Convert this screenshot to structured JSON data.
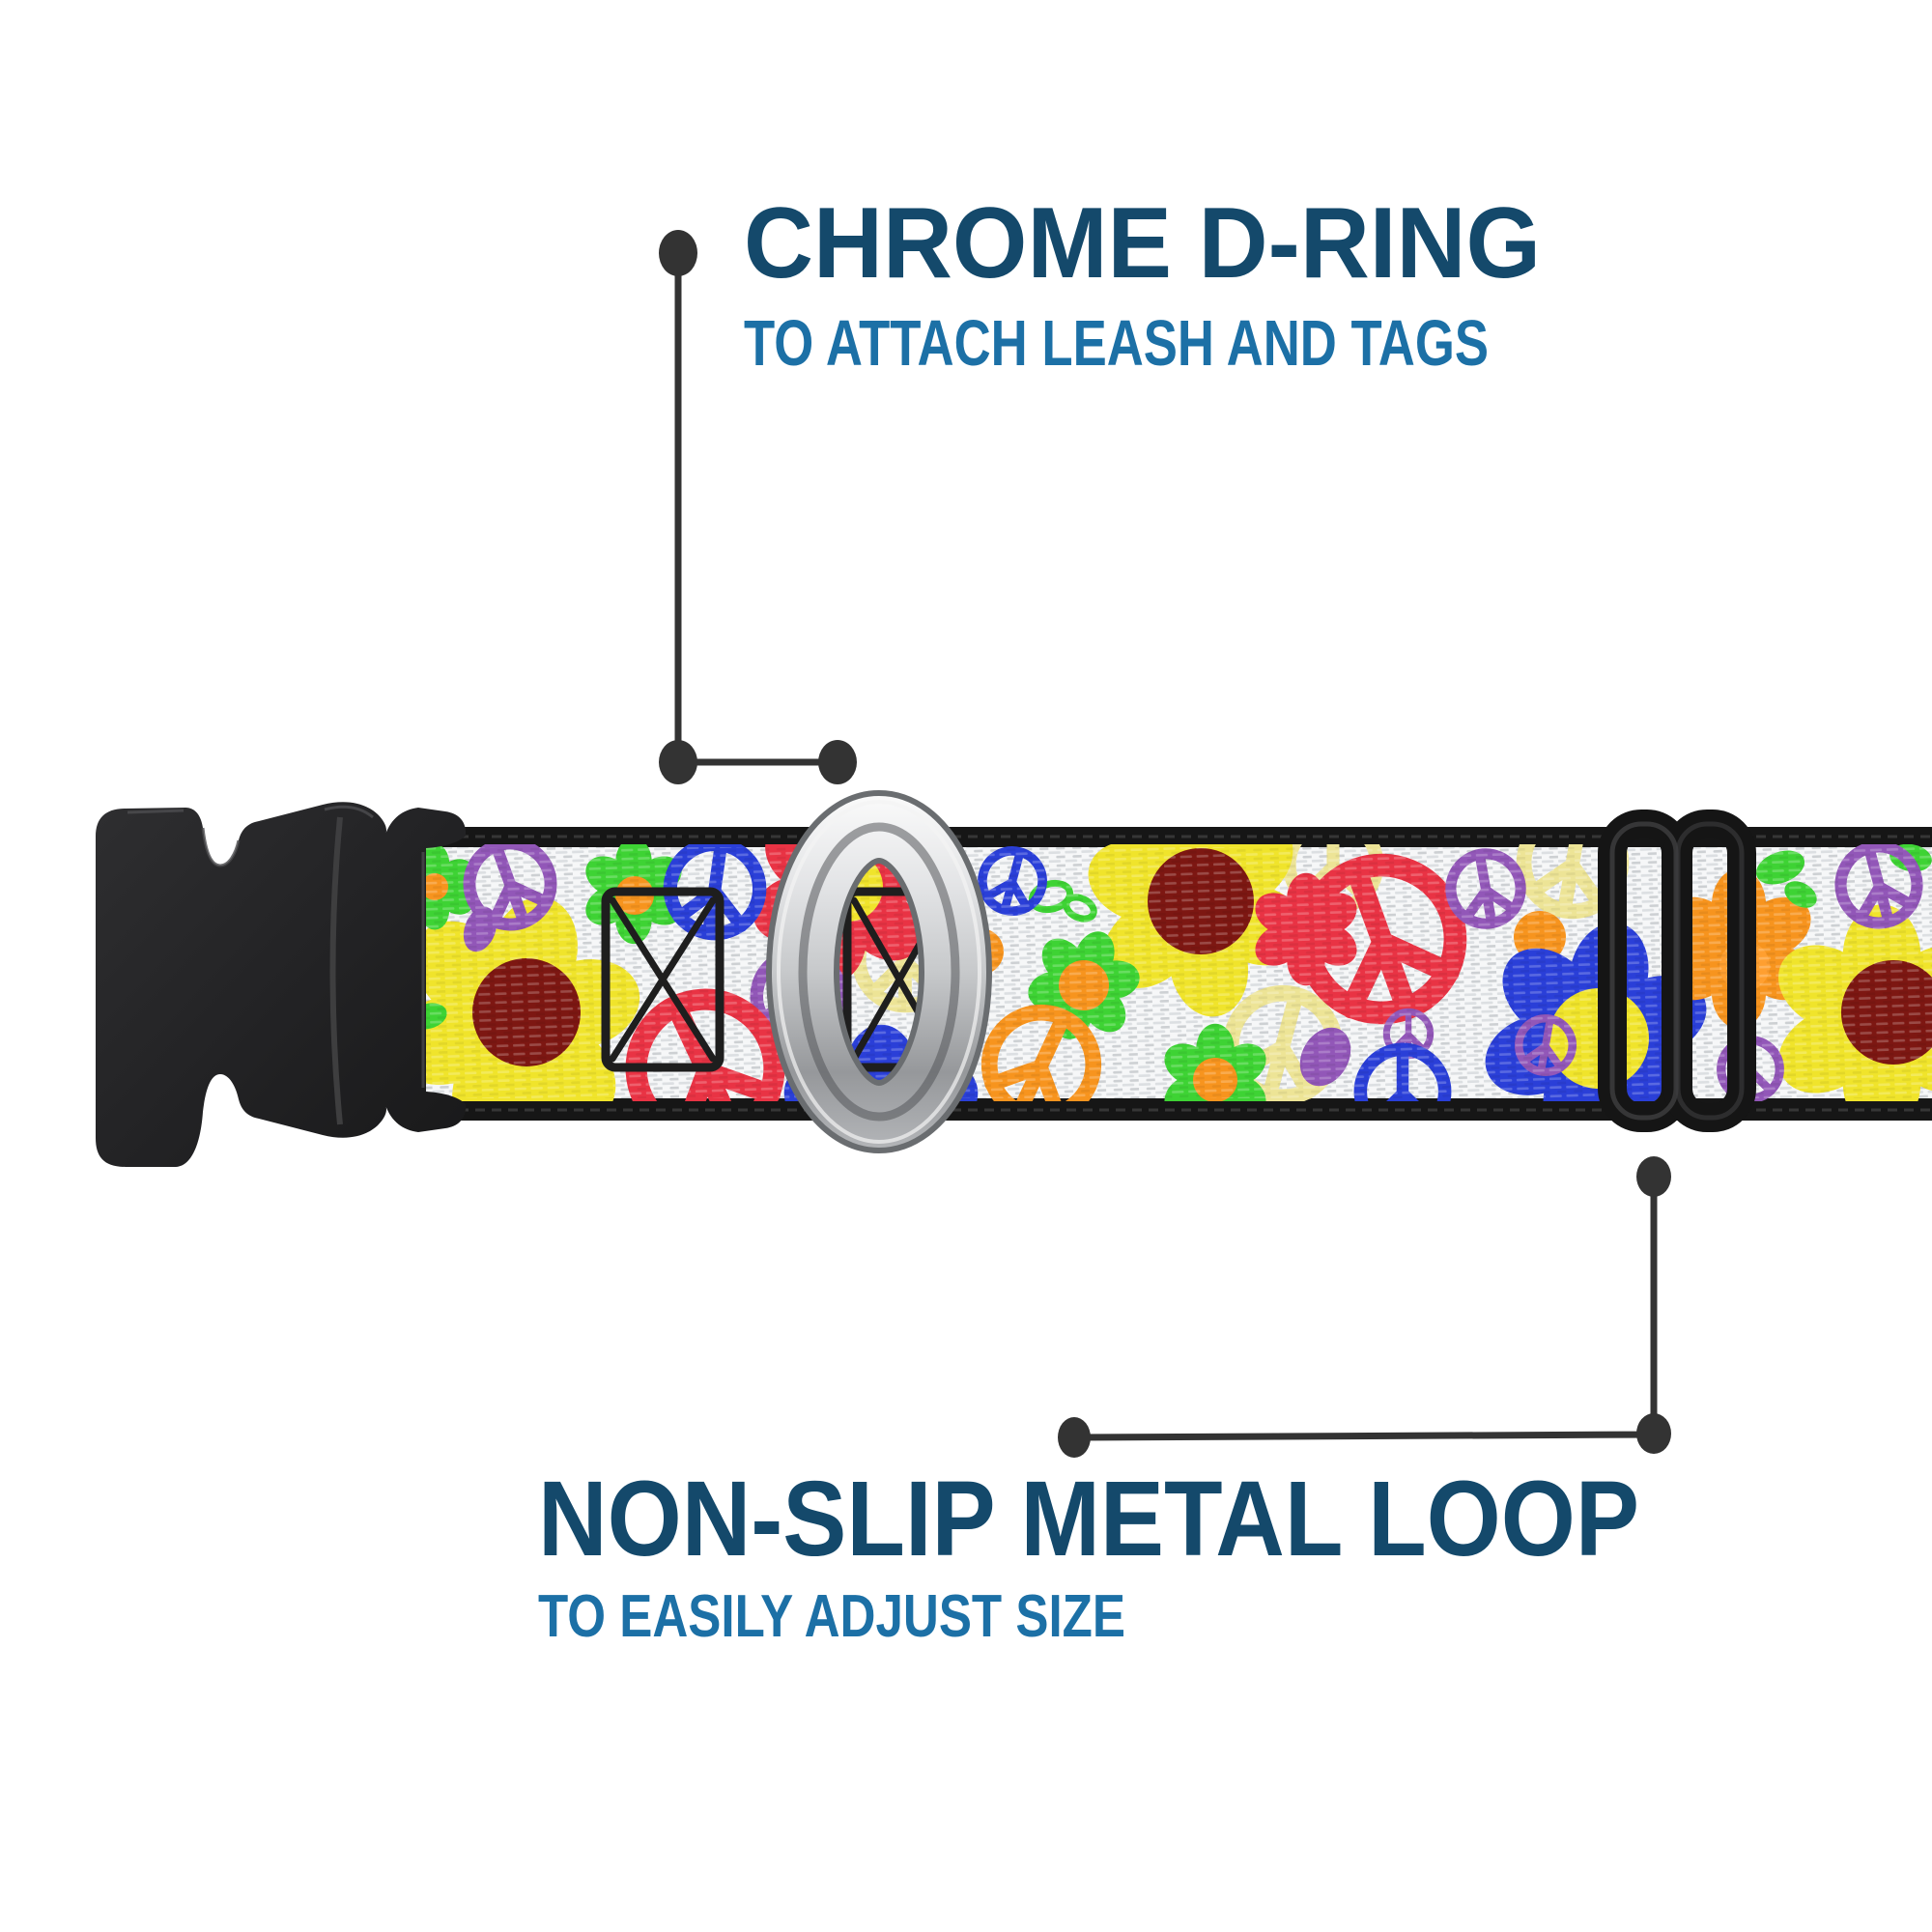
{
  "callouts": {
    "top": {
      "title": "CHROME D-RING",
      "subtitle": "TO ATTACH LEASH AND TAGS"
    },
    "bottom": {
      "title": "NON-SLIP METAL LOOP",
      "subtitle": "TO EASILY ADJUST SIZE"
    }
  },
  "colors": {
    "title": "#14496b",
    "subtitle": "#1c70a6",
    "callout": "#333333",
    "hardware_black": "#222224",
    "chrome_light": "#f5f5f5",
    "chrome_dark": "#8f9194",
    "webbing_white": "#f6f7f8",
    "pattern_yellow": "#f0e42b",
    "pattern_maroon": "#7d1712",
    "pattern_red": "#e93344",
    "pattern_blue": "#2a3fd8",
    "pattern_purple": "#9257b8",
    "pattern_orange": "#f7941e",
    "pattern_green": "#3ed334",
    "pattern_pale_yellow": "#ede496"
  },
  "parts": {
    "buckle": "black side-release buckle",
    "d_ring": "chrome d-ring",
    "metal_loop": "black adjustment loop",
    "webbing": "peace signs and flowers webbing"
  }
}
